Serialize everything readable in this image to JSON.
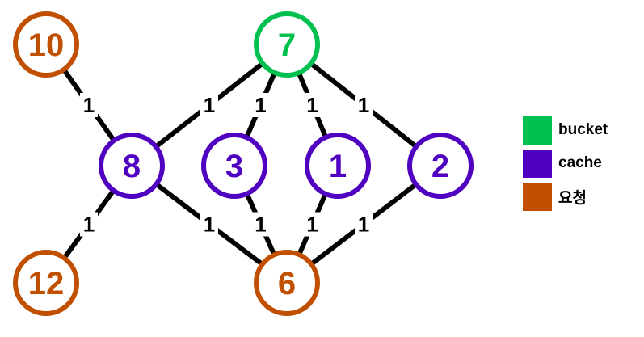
{
  "colors": {
    "bucket": "#00c050",
    "cache": "#5000c0",
    "request": "#c05000"
  },
  "nodes": [
    {
      "id": "10",
      "type": "request"
    },
    {
      "id": "7",
      "type": "bucket"
    },
    {
      "id": "8",
      "type": "cache"
    },
    {
      "id": "3",
      "type": "cache"
    },
    {
      "id": "1",
      "type": "cache"
    },
    {
      "id": "2",
      "type": "cache"
    },
    {
      "id": "12",
      "type": "request"
    },
    {
      "id": "6",
      "type": "request"
    }
  ],
  "edges": [
    {
      "from": "10",
      "to": "8",
      "weight": "1"
    },
    {
      "from": "8",
      "to": "12",
      "weight": "1"
    },
    {
      "from": "7",
      "to": "8",
      "weight": "1"
    },
    {
      "from": "7",
      "to": "3",
      "weight": "1"
    },
    {
      "from": "7",
      "to": "1",
      "weight": "1"
    },
    {
      "from": "7",
      "to": "2",
      "weight": "1"
    },
    {
      "from": "8",
      "to": "6",
      "weight": "1"
    },
    {
      "from": "3",
      "to": "6",
      "weight": "1"
    },
    {
      "from": "1",
      "to": "6",
      "weight": "1"
    },
    {
      "from": "2",
      "to": "6",
      "weight": "1"
    }
  ],
  "legend": [
    {
      "label": "bucket",
      "color": "#00c050"
    },
    {
      "label": "cache",
      "color": "#5000c0"
    },
    {
      "label": "요청",
      "color": "#c05000"
    }
  ]
}
